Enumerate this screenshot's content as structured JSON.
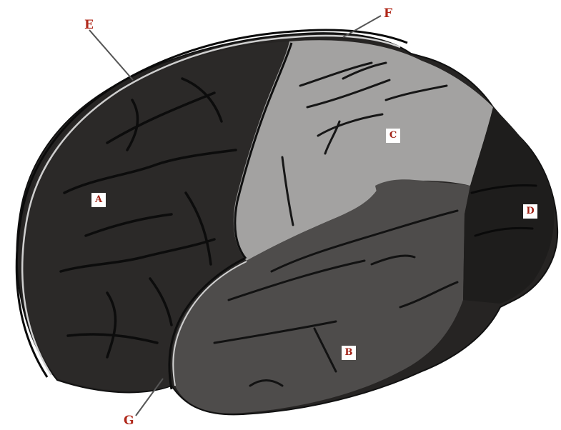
{
  "labels": {
    "A": "A",
    "B": "B",
    "C": "C",
    "D": "D",
    "E": "E",
    "F": "F",
    "G": "G"
  },
  "colors": {
    "frontal": "#2b2928",
    "parietal": "#a3a2a1",
    "temporal": "#4e4c4b",
    "occipital": "#1e1d1c",
    "label": "#a12216",
    "pointer": "#555555"
  }
}
